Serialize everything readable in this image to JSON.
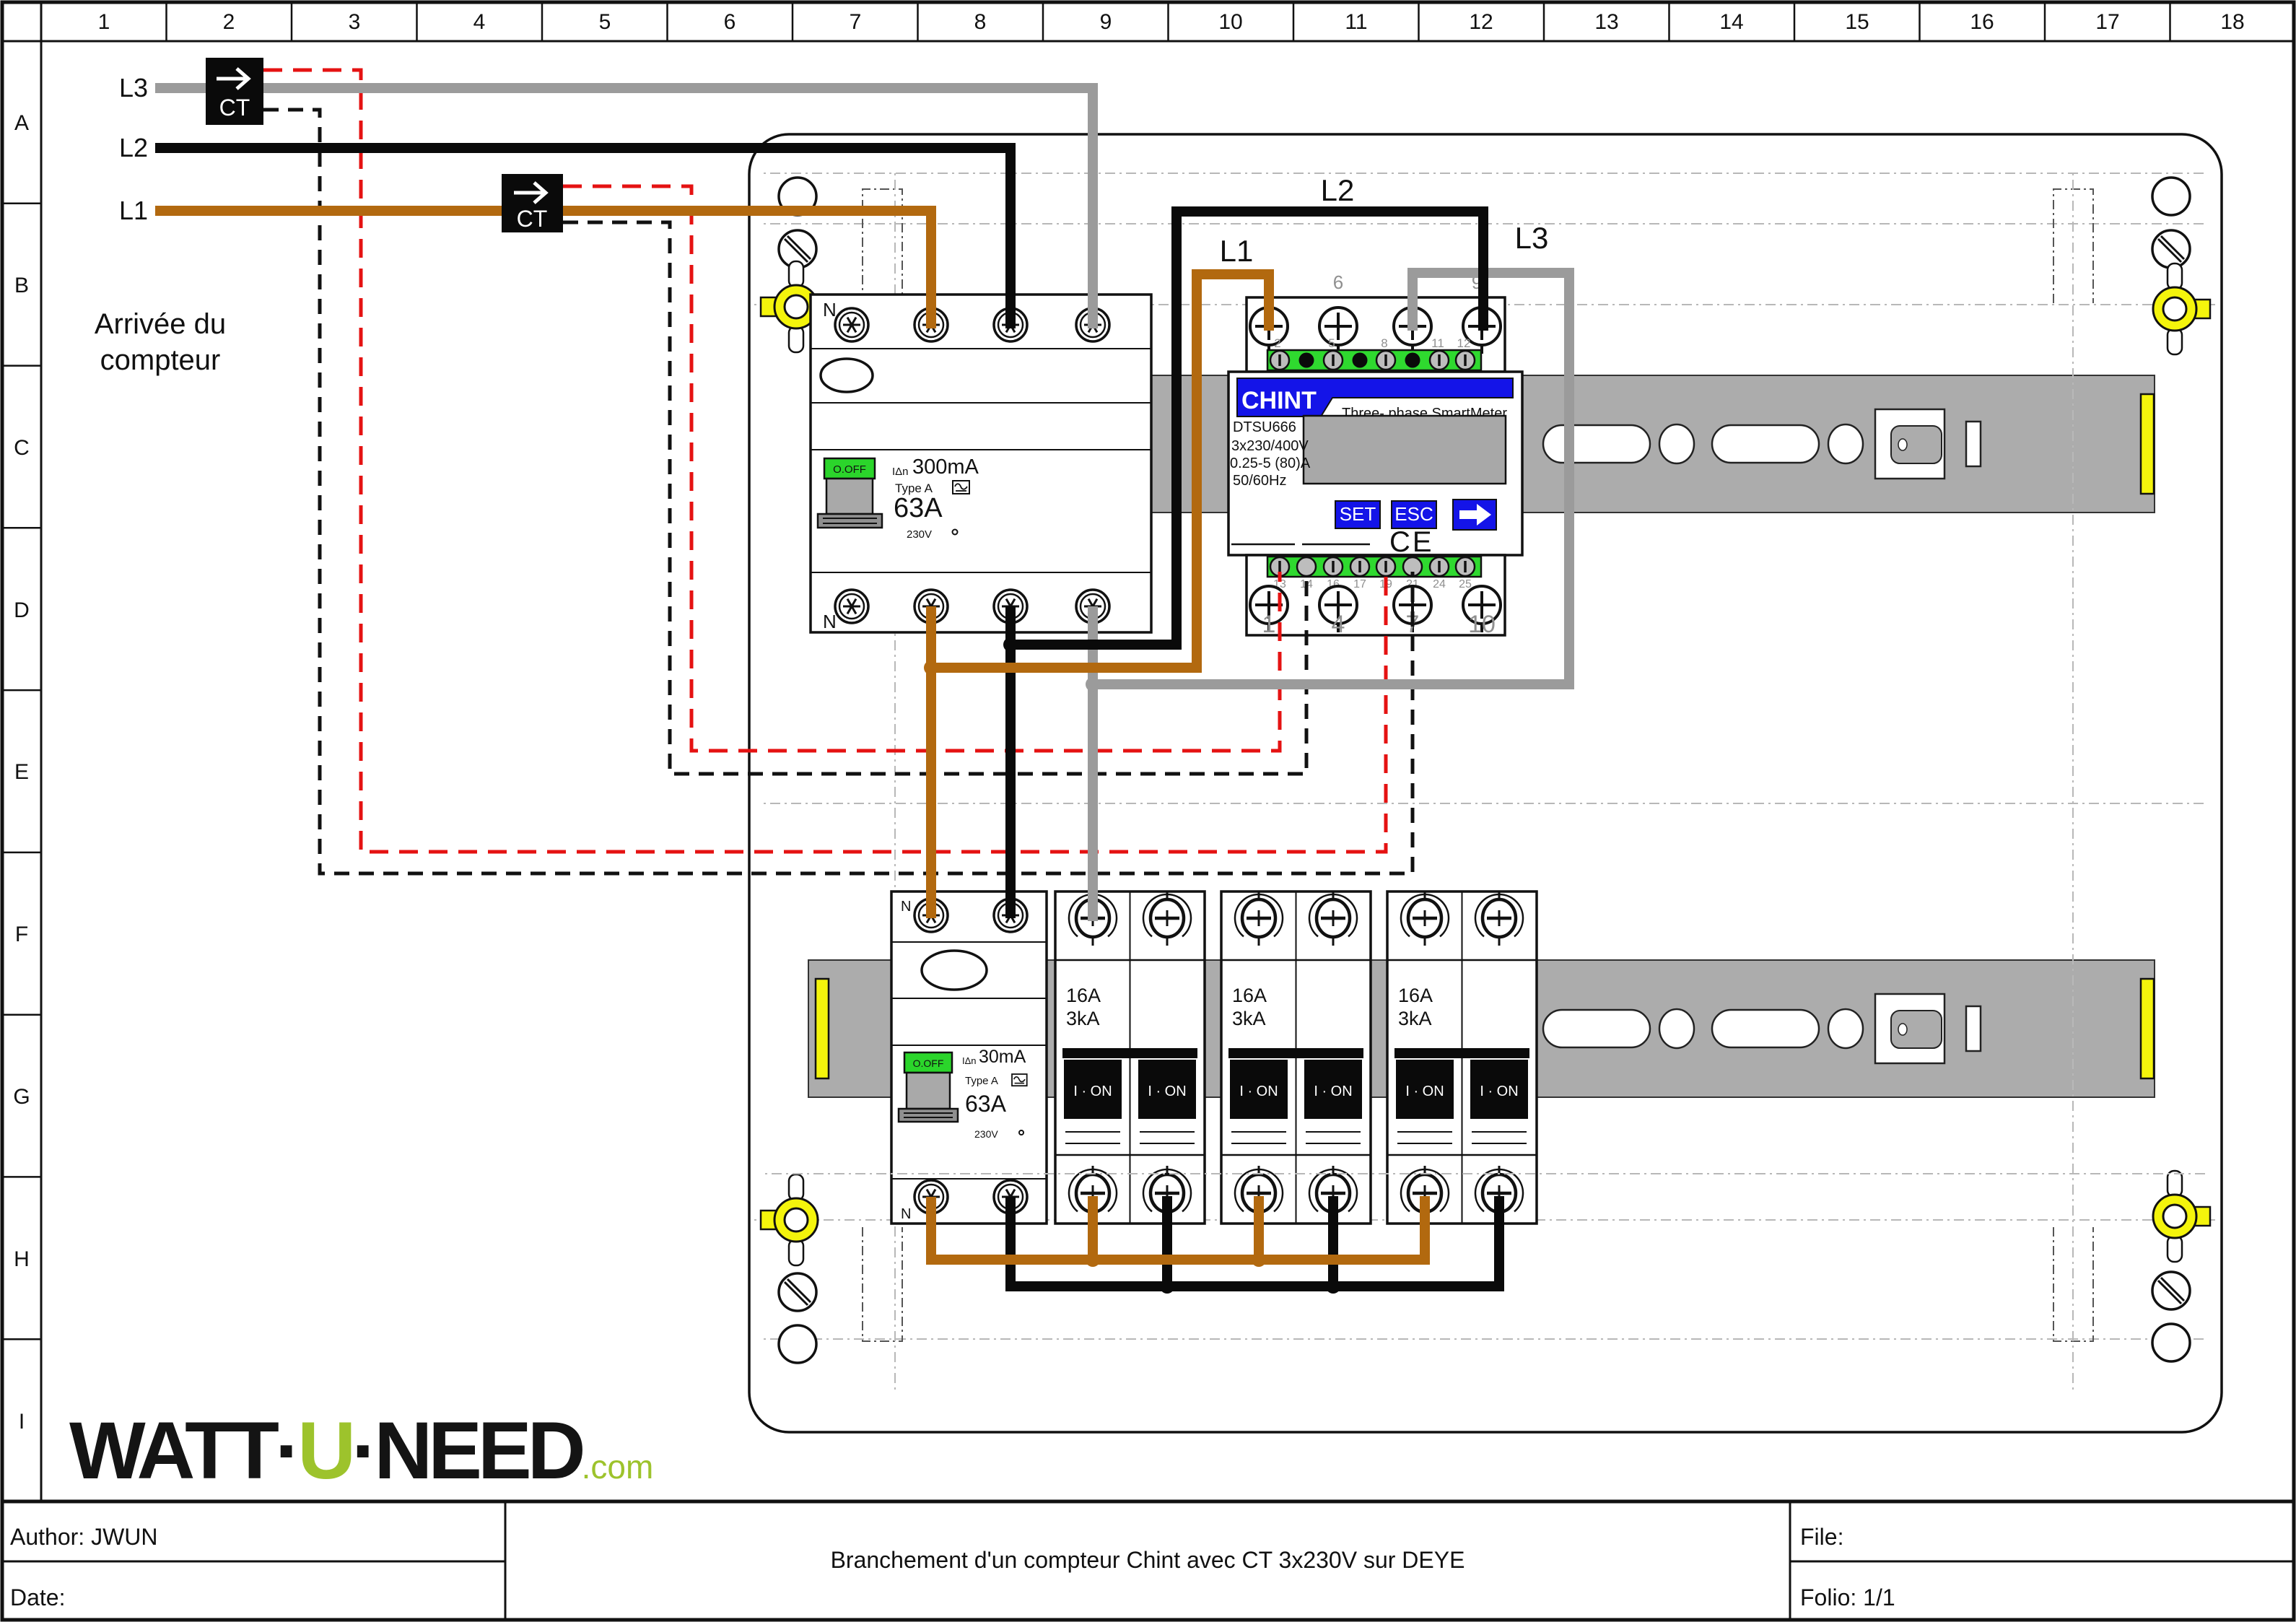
{
  "colors": {
    "l1": "#b2690f",
    "l2": "#0a0a0a",
    "l3": "#9b9b9b",
    "red": "#e51212",
    "rail": "#acacac",
    "green": "#2fd92f",
    "blue": "#1414e8",
    "toggle": "#2bd52b",
    "yellow": "#f4f40c",
    "lcd": "#a8a8a8",
    "guide": "#b8b8b8",
    "logoGreen": "#9dc32c"
  },
  "grid": {
    "cols": [
      "1",
      "2",
      "3",
      "4",
      "5",
      "6",
      "7",
      "8",
      "9",
      "10",
      "11",
      "12",
      "13",
      "14",
      "15",
      "16",
      "17",
      "18"
    ],
    "rows": [
      "A",
      "B",
      "C",
      "D",
      "E",
      "F",
      "G",
      "H",
      "I"
    ]
  },
  "incoming": {
    "l1": "L1",
    "l2": "L2",
    "l3": "L3",
    "ct": "CT",
    "arrivee1": "Arrivée du",
    "arrivee2": "compteur"
  },
  "main_rcd": {
    "n_top": "N",
    "n_bottom": "N",
    "off": "O.OFF",
    "idn": "IΔn",
    "ma": "300mA",
    "type": "Type A",
    "amps": "63A",
    "volts": "230V"
  },
  "sub_rcd": {
    "n_top": "N",
    "n_bottom": "N",
    "off": "O.OFF",
    "idn": "IΔn",
    "ma": "30mA",
    "type": "Type A",
    "amps": "63A",
    "volts": "230V"
  },
  "meter": {
    "brand": "CHINT",
    "subtitle": "Three- phase SmartMeter",
    "model": "DTSU666",
    "voltage": "3x230/400V",
    "current": "0.25-5 (80)A",
    "freq": "50/60Hz",
    "btn_set": "SET",
    "btn_esc": "ESC",
    "ce": "CE",
    "l1": "L1",
    "l2": "L2",
    "l3": "L3",
    "mark6": "6",
    "mark9": "9",
    "top_terminals": [
      "2",
      "5",
      "8",
      "11",
      "12"
    ],
    "bottom_terminals": [
      "13",
      "14",
      "16",
      "17",
      "19",
      "21",
      "24",
      "25"
    ],
    "bottom_marks": [
      "1",
      "4",
      "7",
      "10"
    ]
  },
  "mcbs": {
    "amps": "16A",
    "ka": "3kA",
    "on": "I · ON"
  },
  "logo": {
    "watt": "WATT",
    "dot1": "·",
    "u": "U",
    "dot2": "·",
    "need": "NEED",
    "com": ".com"
  },
  "titleblock": {
    "author": "Author: JWUN",
    "date": "Date:",
    "file": "File:",
    "folio": "Folio: 1/1",
    "title": "Branchement d'un compteur Chint avec CT 3x230V sur DEYE"
  }
}
